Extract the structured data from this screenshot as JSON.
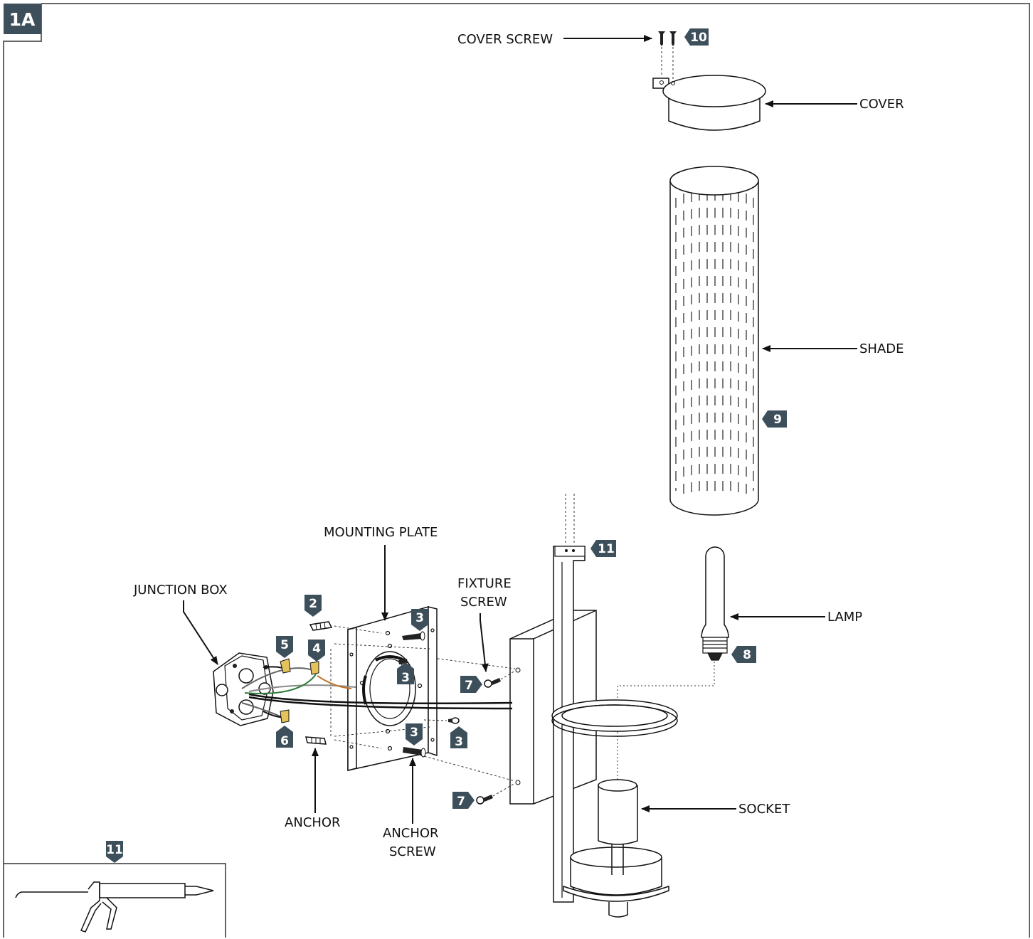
{
  "figure_label": "1A",
  "labels": {
    "cover_screw": "COVER SCREW",
    "cover": "COVER",
    "shade": "SHADE",
    "mounting_plate": "MOUNTING PLATE",
    "junction_box": "JUNCTION BOX",
    "fixture_screw_line1": "FIXTURE",
    "fixture_screw_line2": "SCREW",
    "lamp": "LAMP",
    "anchor": "ANCHOR",
    "anchor_screw_line1": "ANCHOR",
    "anchor_screw_line2": "SCREW",
    "socket": "SOCKET"
  },
  "steps": {
    "s2": "2",
    "s3a": "3",
    "s3b": "3",
    "s3c": "3",
    "s3d": "3",
    "s4": "4",
    "s5": "5",
    "s6": "6",
    "s7a": "7",
    "s7b": "7",
    "s8": "8",
    "s9": "9",
    "s10": "10",
    "s11a": "11",
    "s11b": "11"
  },
  "colors": {
    "badge": "#3e4f5c",
    "frame": "#666666",
    "line": "#111111",
    "wire_green": "#2f7d3a",
    "wire_orange": "#c2762b",
    "wire_nut": "#e3c35a"
  },
  "icons": {
    "inset": "caulk-gun-icon"
  }
}
